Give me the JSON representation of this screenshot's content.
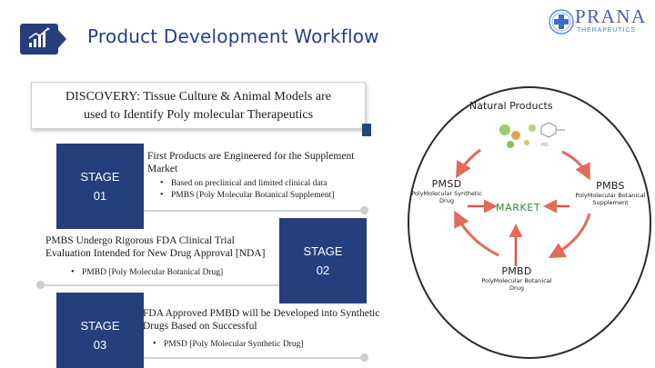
{
  "header": {
    "title": "Product Development Workflow",
    "icon": "bar-chart-growth-icon"
  },
  "logo": {
    "name": "PRANA",
    "subtitle": "THERAPEUTICS",
    "icon": "medical-cross-logo-icon"
  },
  "discovery": {
    "line1": "DISCOVERY:  Tissue Culture & Animal Models are",
    "line2": "used to Identify Poly molecular Therapeutics"
  },
  "stage1": {
    "label": "STAGE",
    "number": "01",
    "text_line1": "First Products are Engineered for the Supplement",
    "text_line2": "Market",
    "bullets": [
      "Based on preclinical and limited clinical data",
      "PMBS [Poly Molecular Botanical Supplement]"
    ]
  },
  "stage2": {
    "label": "STAGE",
    "number": "02",
    "text_line1": "PMBS Undergo Rigorous FDA Clinical Trial",
    "text_line2": "Evaluation Intended for New Drug Approval [NDA]",
    "bullets": [
      "PMBD [Poly Molecular Botanical Drug]"
    ]
  },
  "stage3": {
    "label": "STAGE",
    "number": "03",
    "text_line1": "FDA Approved PMBD will be Developed into Synthetic",
    "text_line2": "Drugs Based on Successful",
    "bullets": [
      "PMSD [Poly Molecular Synthetic Drug]"
    ]
  },
  "diagram": {
    "natural_products": "Natural Products",
    "market": "MARKET",
    "pmsd": {
      "abbr": "PMSD",
      "line1": "PolyMolecular Synthetic",
      "line2": "Drug"
    },
    "pmbs": {
      "abbr": "PMBS",
      "line1": "PolyMolecular Botanical",
      "line2": "Supplement"
    },
    "pmbd": {
      "abbr": "PMBD",
      "line1": "PolyMolecular Botanical",
      "line2": "Drug"
    },
    "arrow_color": "#e26b5a",
    "market_color": "#2f8b45"
  },
  "colors": {
    "title": "#243f86",
    "stage_box": "#243f7c"
  }
}
